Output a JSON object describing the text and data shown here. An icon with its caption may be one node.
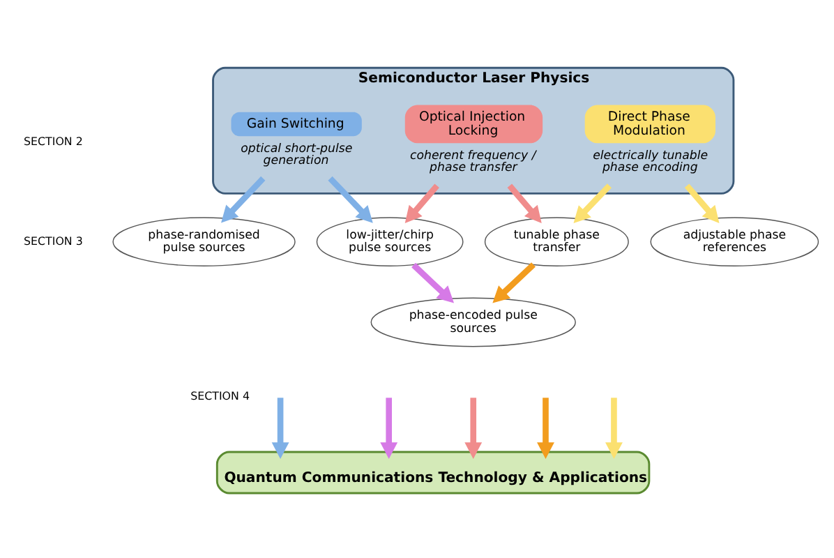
{
  "diagram": {
    "nodes": [
      {
        "text": [
          "Semiconductor Laser Physics"
        ]
      },
      {
        "text": [
          "Gain Switching"
        ],
        "in": 0,
        "beside": [
          "optical short-pulse generation"
        ]
      },
      {
        "text": [
          "Optical Injection Locking"
        ],
        "in": 0,
        "beside": [
          "coherent frequency / phase transfer"
        ]
      },
      {
        "text": [
          "Direct Phase Modulation"
        ],
        "in": 0,
        "beside": [
          "electrically tunable phase encoding"
        ]
      },
      {
        "text": [
          "phase-randomised pulse sources"
        ]
      },
      {
        "text": [
          "adjustable phase references"
        ]
      },
      {
        "text": [
          "low-jitter/chirp pulse sources"
        ]
      },
      {
        "text": [
          "tunable phase transfer"
        ]
      },
      {
        "text": [
          "phase-encoded pulse sources"
        ]
      },
      {
        "text": [
          "Quantum Communications Technology & Applications"
        ]
      }
    ],
    "edges": [
      {
        "from": 1,
        "to": 4,
        "arrow": "to",
        "color": "#7fb0e6"
      },
      {
        "from": 1,
        "to": 6,
        "arrow": "to",
        "color": "#7fb0e6"
      },
      {
        "from": 2,
        "to": 6,
        "arrow": "to",
        "color": "#f08c8c"
      },
      {
        "from": 2,
        "to": 7,
        "arrow": "to",
        "color": "#f08c8c"
      },
      {
        "from": 3,
        "to": 7,
        "arrow": "to",
        "color": "#fbe070"
      },
      {
        "from": 3,
        "to": 5,
        "arrow": "to",
        "color": "#fbe070"
      },
      {
        "from": 6,
        "to": 8,
        "arrow": "to",
        "color": "#d67ae6"
      },
      {
        "from": 7,
        "to": 8,
        "arrow": "to",
        "color": "#f29c1e"
      },
      {
        "from": null,
        "to": 9,
        "arrow": "to",
        "color": "#7fb0e6"
      },
      {
        "from": null,
        "to": 9,
        "arrow": "to",
        "color": "#d67ae6"
      },
      {
        "from": null,
        "to": 9,
        "arrow": "to",
        "color": "#f08c8c"
      },
      {
        "from": null,
        "to": 9,
        "arrow": "to",
        "color": "#f29c1e"
      },
      {
        "from": null,
        "to": 9,
        "arrow": "to",
        "color": "#fbe070"
      }
    ],
    "labels": [
      "SECTION 2",
      "SECTION 3",
      "SECTION 4"
    ]
  }
}
